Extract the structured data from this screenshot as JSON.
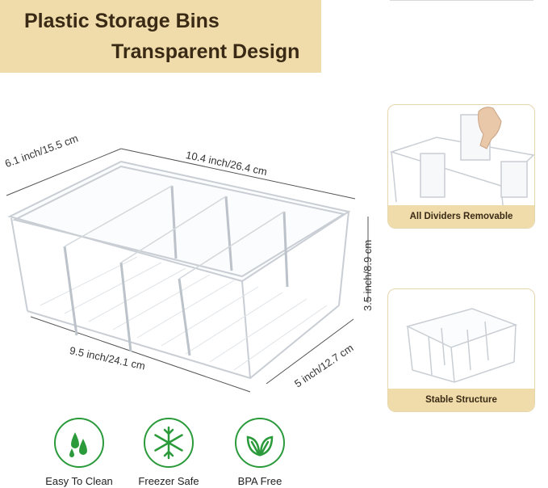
{
  "banner": {
    "line1": "Plastic Storage Bins",
    "line2": "Transparent Design"
  },
  "dimensions": {
    "depth": "6.1 inch/15.5 cm",
    "length": "10.4 inch/26.4 cm",
    "height": "3.5 inch/8.9 cm",
    "bottom_length": "9.5 inch/24.1 cm",
    "width": "5 inch/12.7 cm"
  },
  "cards": [
    {
      "caption": "All Dividers Removable"
    },
    {
      "caption": "Stable Structure"
    }
  ],
  "features": [
    {
      "label": "Easy To Clean",
      "icon": "water-drops-icon"
    },
    {
      "label": "Freezer Safe",
      "icon": "snowflake-icon"
    },
    {
      "label": "BPA Free",
      "icon": "leaves-icon"
    }
  ],
  "colors": {
    "banner_bg": "#efdcaa",
    "icon_green": "#2a9a3a"
  }
}
